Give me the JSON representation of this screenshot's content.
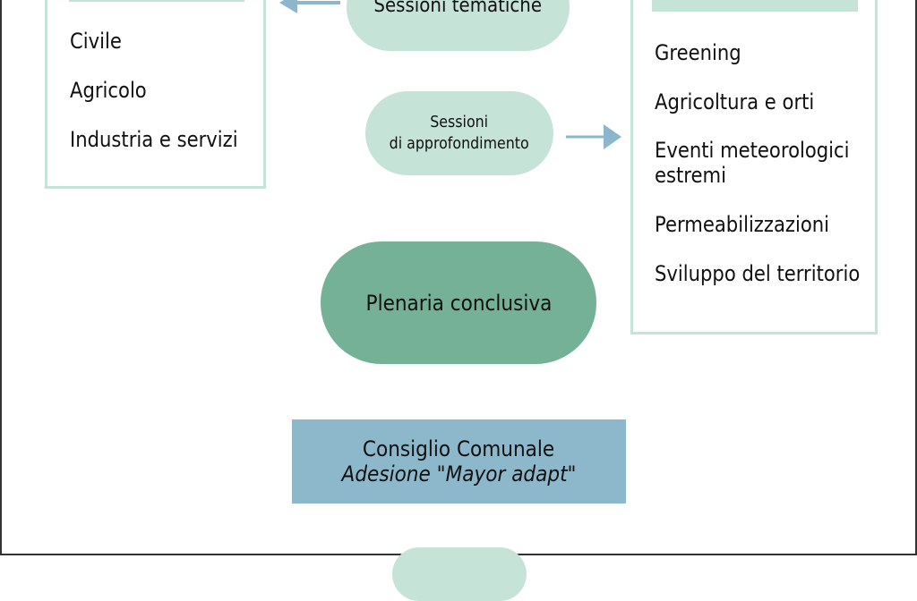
{
  "diagram": {
    "left_box": {
      "items": [
        "Civile",
        "Agricolo",
        "Industria e servizi"
      ]
    },
    "right_box": {
      "items": [
        "Greening",
        "Agricoltura e orti",
        "Eventi meteorologici",
        "estremi",
        "Permeabilizzazioni",
        "Sviluppo del territorio"
      ]
    },
    "nodes": {
      "thematic": "Sessioni tematiche",
      "deepening": "Sessioni\ndi approfondimento",
      "plenary": "Plenaria conclusiva",
      "council_title": "Consiglio Comunale",
      "council_subtitle": "Adesione \"Mayor adapt\""
    },
    "colors": {
      "pale_green": "#c6e3d8",
      "dark_green": "#74b196",
      "blue_box": "#8db8cb",
      "arrow": "#8cb6cc",
      "border_light": "#c6e3d8"
    }
  }
}
